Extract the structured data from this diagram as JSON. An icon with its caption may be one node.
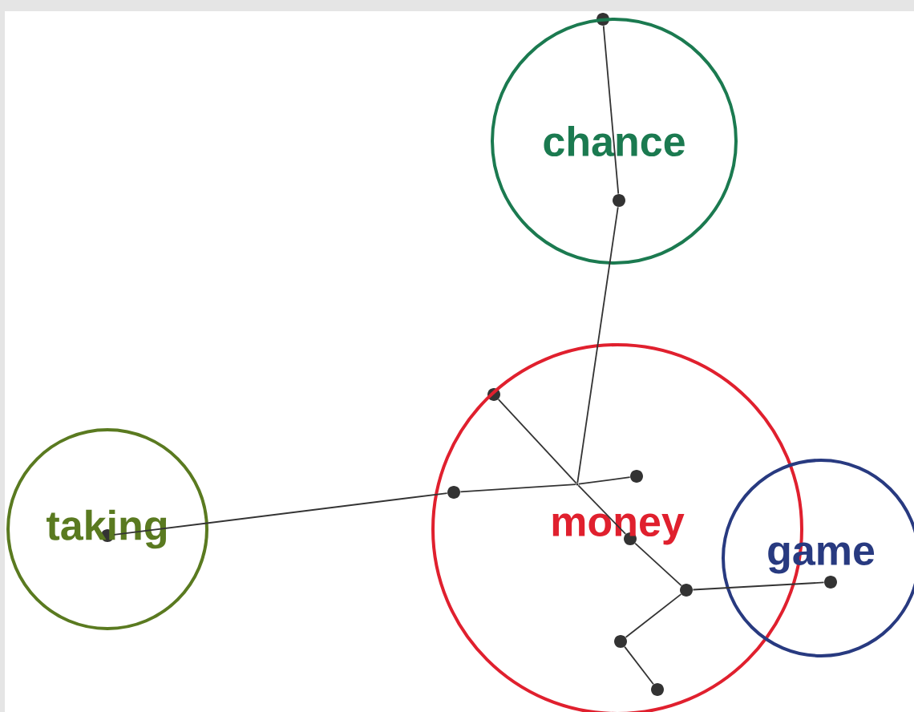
{
  "diagram": {
    "nodes": [
      {
        "text": [
          "chance"
        ]
      },
      {
        "text": [
          "money"
        ]
      },
      {
        "text": [
          "taking"
        ]
      },
      {
        "text": [
          "game"
        ]
      },
      {
        "text": [],
        "shape": "dot"
      },
      {
        "text": [],
        "shape": "dot",
        "in": 0
      },
      {
        "text": [],
        "shape": "junction",
        "in": 1
      },
      {
        "text": [],
        "shape": "dot",
        "in": 1
      },
      {
        "text": [],
        "shape": "dot",
        "in": 1
      },
      {
        "text": [],
        "shape": "dot",
        "in": 1
      },
      {
        "text": [],
        "shape": "dot",
        "in": 2
      },
      {
        "text": [],
        "shape": "dot",
        "in": 1
      },
      {
        "text": [],
        "shape": "dot",
        "in": 1
      },
      {
        "text": [],
        "shape": "dot",
        "in": 3
      },
      {
        "text": [],
        "shape": "dot",
        "in": 1
      },
      {
        "text": [],
        "shape": "dot",
        "in": 1
      }
    ],
    "edges": [
      {
        "from": 4,
        "to": 5,
        "arrow": "none"
      },
      {
        "from": 5,
        "to": 6,
        "arrow": "none"
      },
      {
        "from": 6,
        "to": 7,
        "arrow": "none"
      },
      {
        "from": 6,
        "to": 8,
        "arrow": "none"
      },
      {
        "from": 6,
        "to": 9,
        "arrow": "none"
      },
      {
        "from": 9,
        "to": 10,
        "arrow": "none"
      },
      {
        "from": 6,
        "to": 11,
        "arrow": "none"
      },
      {
        "from": 11,
        "to": 12,
        "arrow": "none"
      },
      {
        "from": 12,
        "to": 13,
        "arrow": "none"
      },
      {
        "from": 12,
        "to": 14,
        "arrow": "none"
      },
      {
        "from": 14,
        "to": 15,
        "arrow": "none"
      }
    ]
  }
}
